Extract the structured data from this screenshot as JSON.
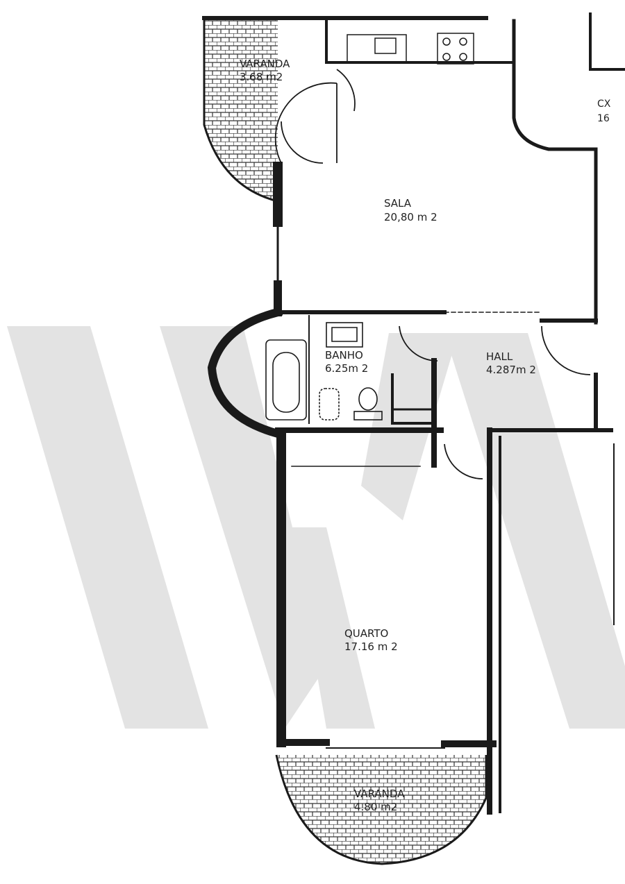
{
  "rooms": [
    {
      "id": "varanda-top",
      "name": "VARANDA",
      "area": "3.68  m2"
    },
    {
      "id": "sala",
      "name": "SALA",
      "area": "20,80 m 2"
    },
    {
      "id": "banho",
      "name": "BANHO",
      "area": "6.25m 2"
    },
    {
      "id": "hall",
      "name": "HALL",
      "area": "4.287m 2"
    },
    {
      "id": "quarto",
      "name": "QUARTO",
      "area": "17.16 m 2"
    },
    {
      "id": "varanda-bottom",
      "name": "VARANDA",
      "area": "4.80  m2"
    }
  ],
  "edge_label": {
    "name": "CX",
    "area": "16"
  },
  "colors": {
    "wall": "#1a1a1a",
    "watermark": "#d9d9d9",
    "paper": "#ffffff",
    "tile": "#333333"
  }
}
